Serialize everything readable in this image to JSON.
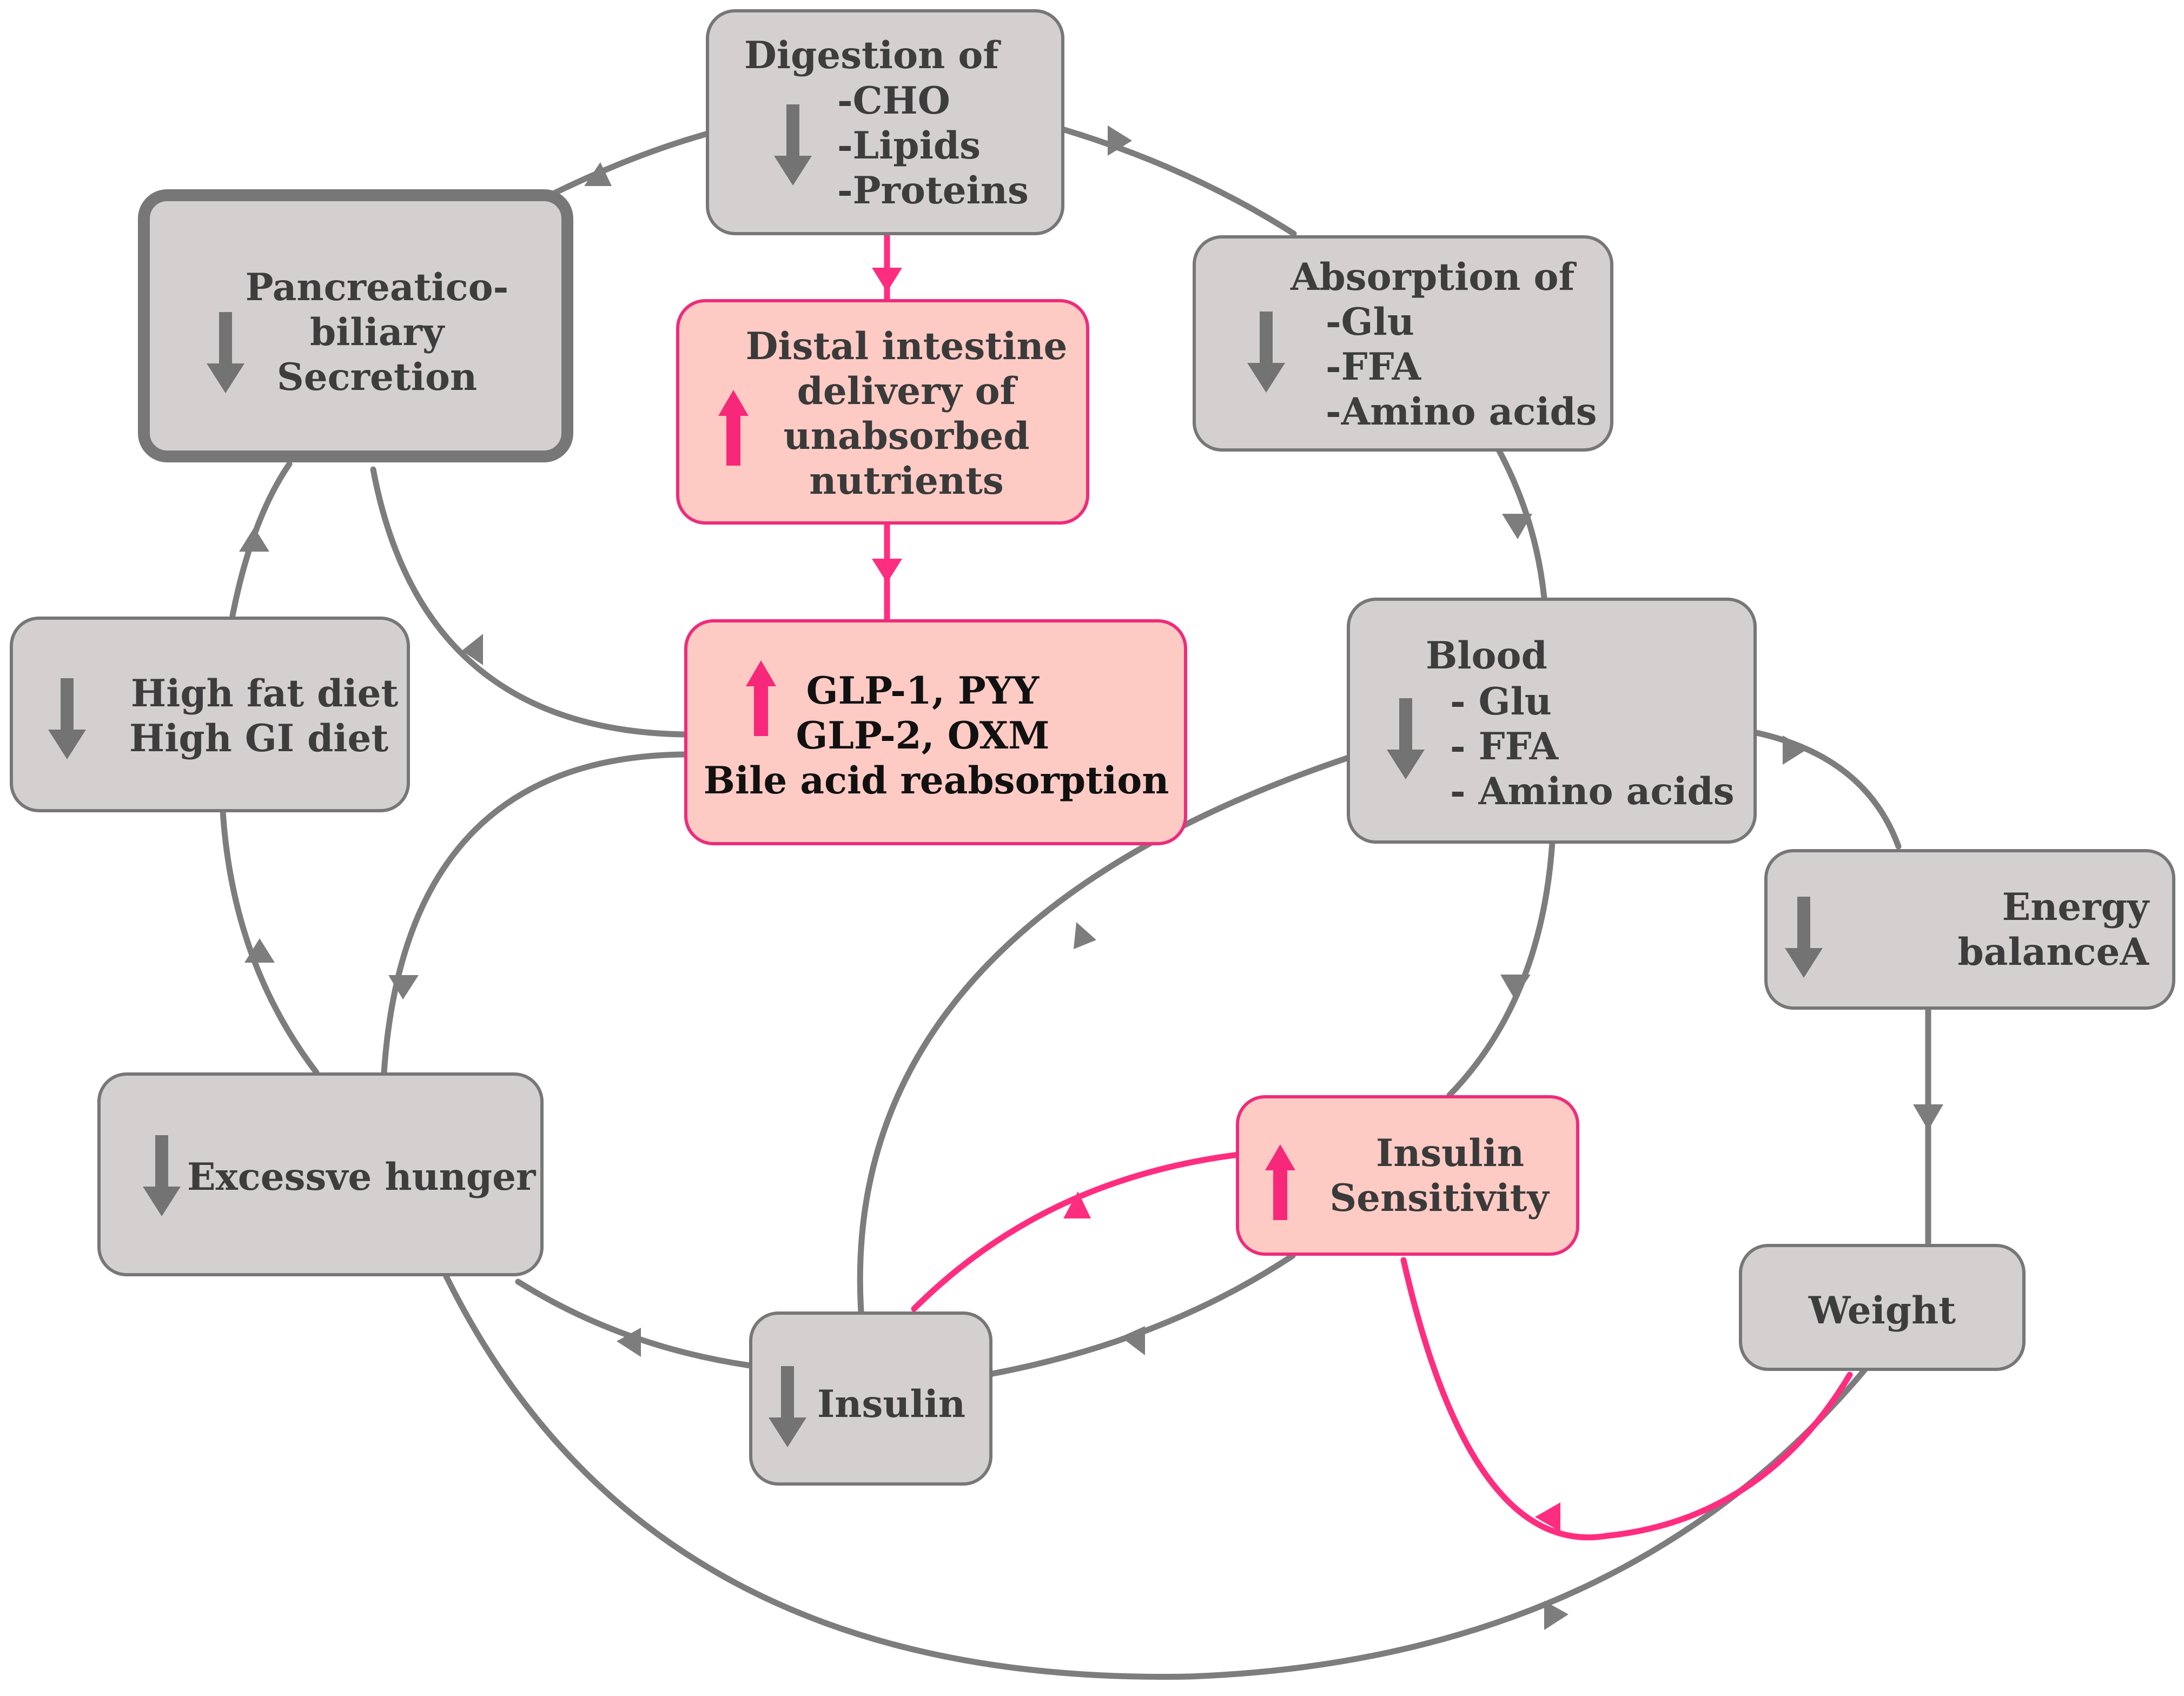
{
  "nodes": {
    "digestion": {
      "title": "Digestion of",
      "items": [
        "-CHO",
        "-Lipids",
        "-Proteins"
      ]
    },
    "pancreatic": {
      "lines": [
        "Pancreatico-",
        "biliary",
        "Secretion"
      ]
    },
    "distal": {
      "lines": [
        "Distal intestine",
        "delivery of",
        "unabsorbed",
        "nutrients"
      ]
    },
    "absorption": {
      "title": "Absorption of",
      "items": [
        "-Glu",
        "-FFA",
        "-Amino acids"
      ]
    },
    "hormones": {
      "lines": [
        "GLP-1, PYY",
        "GLP-2, OXM",
        "Bile acid reabsorption"
      ]
    },
    "diet": {
      "lines": [
        "High fat diet",
        "High GI diet"
      ]
    },
    "blood": {
      "title": "Blood",
      "items": [
        "- Glu",
        "- FFA",
        "- Amino acids"
      ]
    },
    "energy": {
      "lines": [
        "Energy",
        "balanceA"
      ]
    },
    "hunger": {
      "label": "Excessve hunger"
    },
    "insulin_sens": {
      "lines": [
        "Insulin",
        "Sensitivity"
      ]
    },
    "weight": {
      "label": "Weight"
    },
    "insulin": {
      "label": "Insulin"
    }
  },
  "colors": {
    "grey_box": "#d4d0d0",
    "grey_border": "#777777",
    "grey_arrow": "#7d7d7d",
    "pink_box": "#fdcbc4",
    "pink_accent": "#ee2c7b"
  },
  "icons": {
    "decrease": "down-arrow-icon",
    "increase": "up-arrow-icon"
  }
}
